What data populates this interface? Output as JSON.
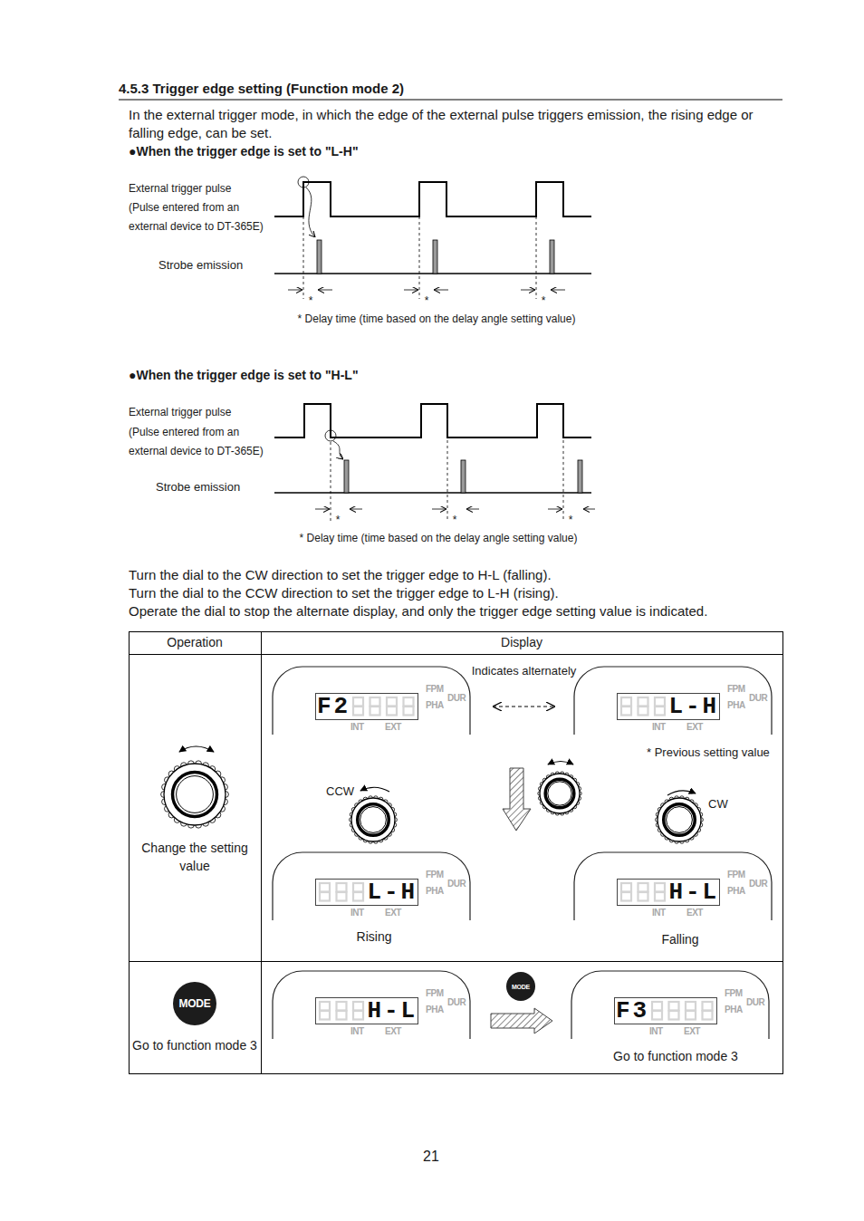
{
  "diagram": {
    "title": "4.5.3 Trigger edge setting (Function mode 2)",
    "nodes": [
      {
        "text": [
          "F2",
          "FPM",
          "PHA",
          "DUR",
          "INT",
          "EXT"
        ]
      },
      {
        "text": [
          "L-H",
          "FPM",
          "PHA",
          "DUR",
          "INT",
          "EXT"
        ]
      },
      {
        "text": [
          "L-H",
          "FPM",
          "PHA",
          "DUR",
          "INT",
          "EXT"
        ]
      },
      {
        "text": [
          "H-L",
          "FPM",
          "PHA",
          "DUR",
          "INT",
          "EXT"
        ]
      },
      {
        "text": [
          "MODE"
        ]
      },
      {
        "text": [
          "H-L",
          "FPM",
          "PHA",
          "DUR",
          "INT",
          "EXT"
        ]
      },
      {
        "text": [
          "MODE"
        ]
      },
      {
        "text": [
          "F3",
          "FPM",
          "PHA",
          "DUR",
          "INT",
          "EXT"
        ]
      }
    ],
    "edges": [
      {
        "from": 0,
        "to": 1,
        "label": "Indicates alternately",
        "arrow": "both"
      },
      {
        "from": 5,
        "to": 7,
        "arrow": "to"
      }
    ],
    "labels": [
      "In the external trigger mode, in which the edge of the external pulse triggers emission, the rising edge or falling edge, can be set.",
      "●When the trigger edge is set to \"L-H\"",
      "External trigger pulse (Pulse entered from an external device to DT-365E)",
      "Strobe emission",
      "*",
      "*",
      "*",
      "* Delay time (time based on the delay angle setting value)",
      "●When the trigger edge is set to \"H-L\"",
      "External trigger pulse (Pulse entered from an external device to DT-365E)",
      "Strobe emission",
      "*",
      "*",
      "*",
      "* Delay time (time based on the delay angle setting value)",
      "Turn the dial to the CW direction to set the trigger edge to H-L (falling).",
      "Turn the dial to the CCW direction to set the trigger edge to L-H (rising).",
      "Operate the dial to stop the alternate display, and only the trigger edge setting value is indicated.",
      "Operation",
      "Display",
      "* Previous setting value",
      "Change the setting value",
      "CCW",
      "CW",
      "Rising",
      "Falling",
      "Go to function mode 3",
      "Go to function mode 3",
      "21"
    ]
  }
}
